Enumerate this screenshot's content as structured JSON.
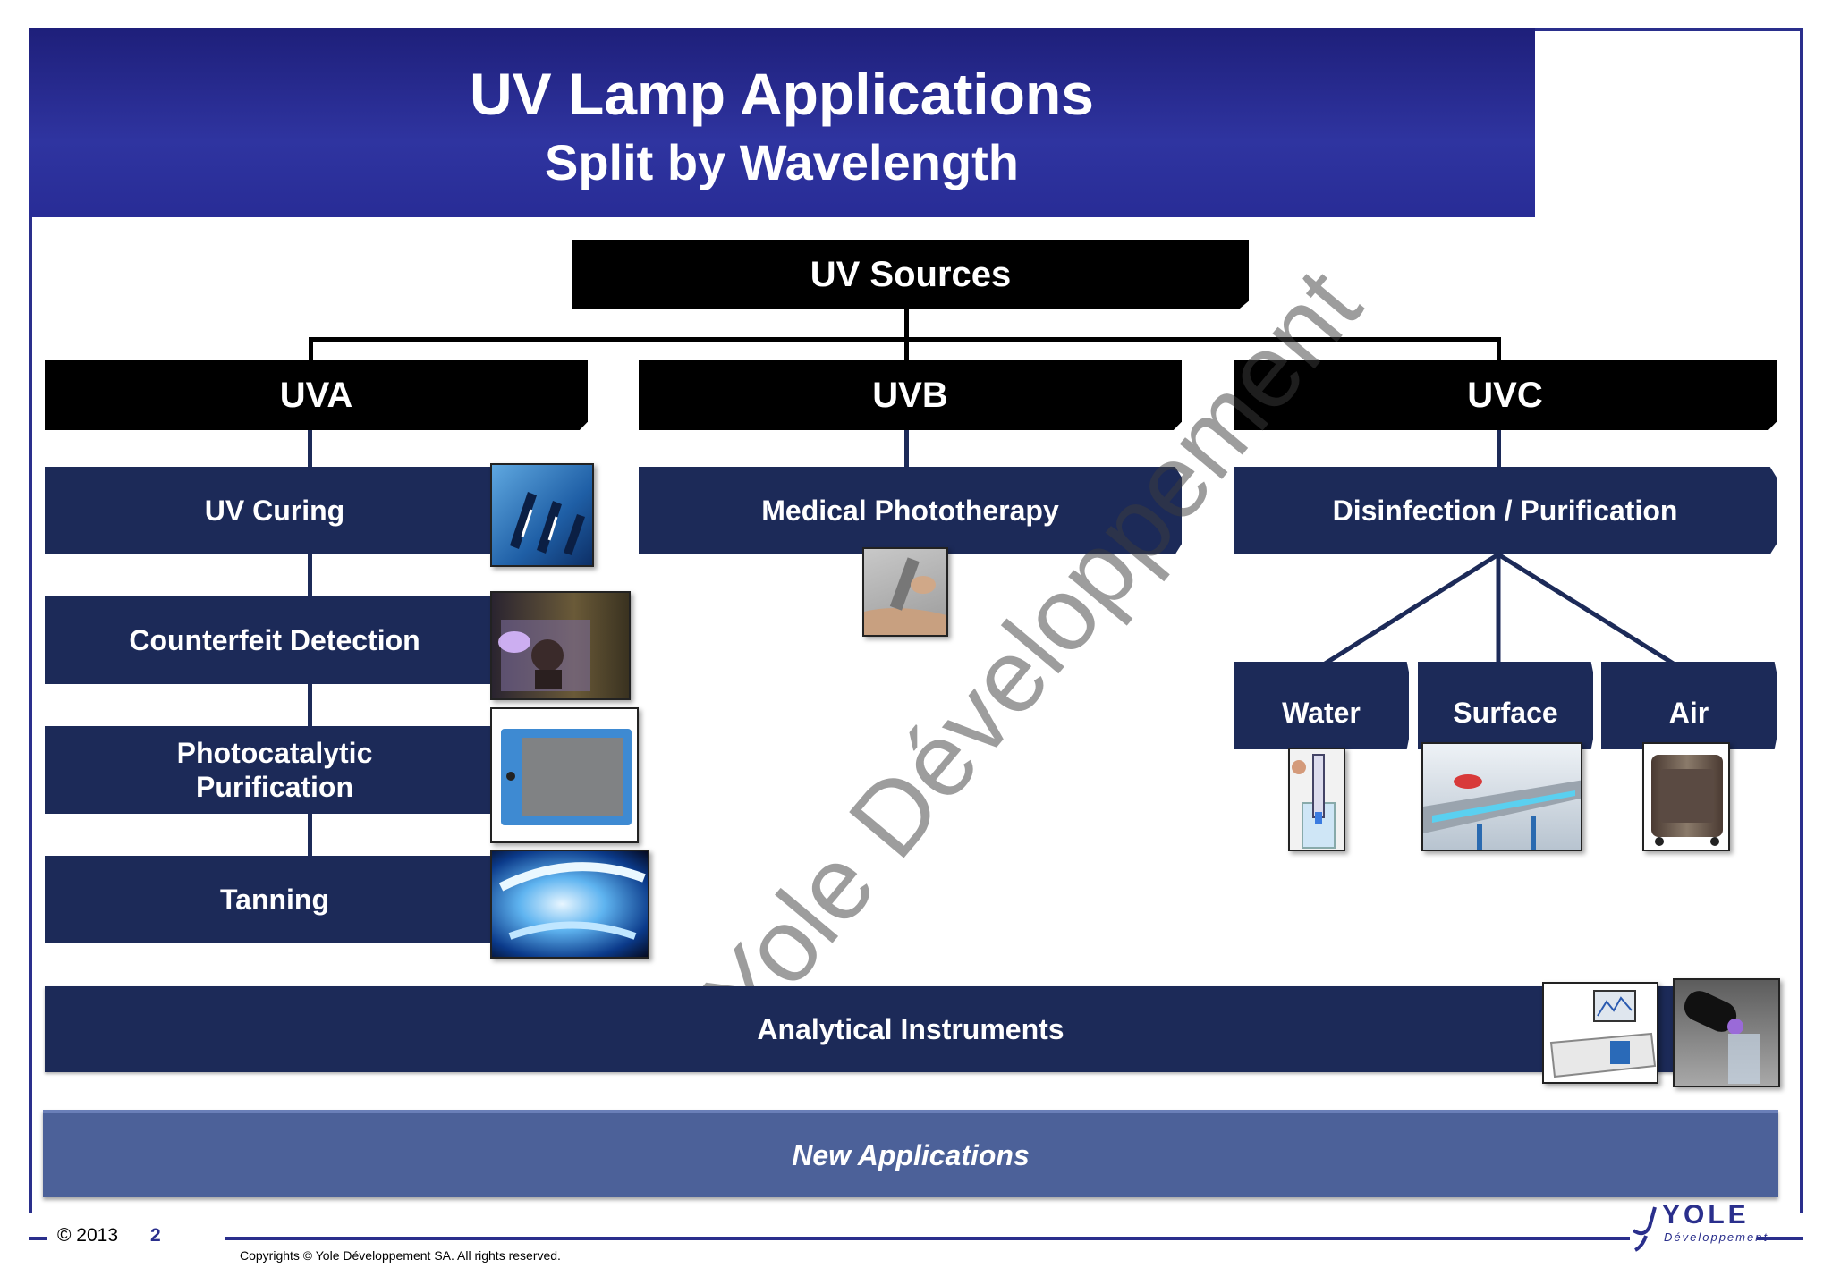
{
  "header": {
    "title": "UV Lamp Applications",
    "subtitle": "Split by Wavelength"
  },
  "root": {
    "label": "UV Sources"
  },
  "columns": {
    "uva": {
      "label": "UVA",
      "items": [
        "UV Curing",
        "Counterfeit Detection",
        "Photocatalytic Purification",
        "Tanning"
      ]
    },
    "uvb": {
      "label": "UVB",
      "items": [
        "Medical Phototherapy"
      ]
    },
    "uvc": {
      "label": "UVC",
      "items": [
        "Disinfection / Purification"
      ],
      "sub": [
        "Water",
        "Surface",
        "Air"
      ]
    }
  },
  "bottom": {
    "analytical": "Analytical Instruments",
    "new_apps": "New Applications"
  },
  "watermark": "Yole Développement",
  "footer": {
    "year": "© 2013",
    "page": "2",
    "copyright": "Copyrights © Yole Développement SA. All rights reserved."
  },
  "logo": {
    "name": "YOLE",
    "sub": "Développement"
  },
  "colors": {
    "header": "#282c96",
    "navy_box": "#1c2a58",
    "black_box": "#000000",
    "new_apps": "#4c6199",
    "frame": "#2a2f8c"
  }
}
